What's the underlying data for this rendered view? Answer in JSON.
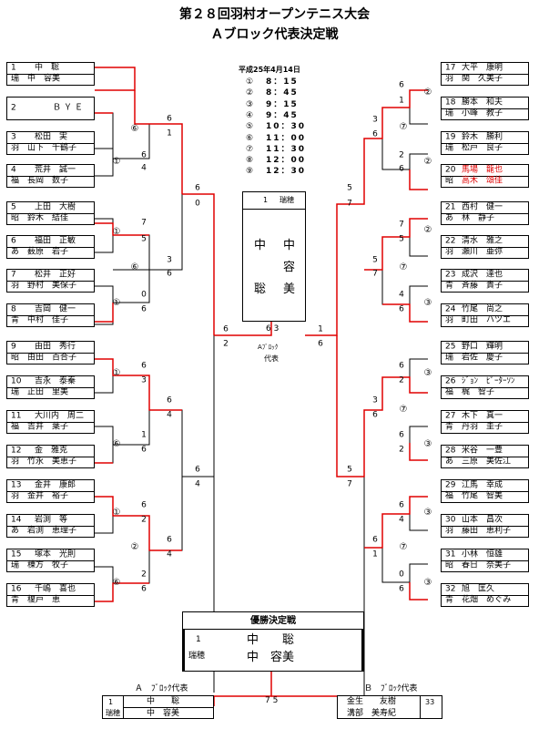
{
  "title": "第２８回羽村オープンテニス大会",
  "subtitle": "Ａブロック代表決定戦",
  "date": "平成25年4月14日",
  "schedule": [
    {
      "mark": "①",
      "time": "8：15"
    },
    {
      "mark": "②",
      "time": "8：45"
    },
    {
      "mark": "③",
      "time": "9：15"
    },
    {
      "mark": "④",
      "time": "9：45"
    },
    {
      "mark": "⑤",
      "time": "10：30"
    },
    {
      "mark": "⑥",
      "time": "11：00"
    },
    {
      "mark": "⑦",
      "time": "11：30"
    },
    {
      "mark": "⑧",
      "time": "12：00"
    },
    {
      "mark": "⑨",
      "time": "12：30"
    }
  ],
  "left_entries": [
    {
      "no": "1",
      "club1": "",
      "p1": "中　聡",
      "club2": "瑞",
      "p2": "中　容美"
    },
    {
      "no": "2",
      "club1": "",
      "p1": "ＢＹＥ",
      "club2": "",
      "p2": ""
    },
    {
      "no": "3",
      "club1": "",
      "p1": "松田　実",
      "club2": "羽",
      "p2": "山下　千鶴子"
    },
    {
      "no": "4",
      "club1": "",
      "p1": "荒井　誠一",
      "club2": "福",
      "p2": "長岡　数子"
    },
    {
      "no": "5",
      "club1": "",
      "p1": "上田　大樹",
      "club2": "昭",
      "p2": "鈴木　結佳"
    },
    {
      "no": "6",
      "club1": "",
      "p1": "福田　正敏",
      "club2": "あ",
      "p2": "薮原　岩子"
    },
    {
      "no": "7",
      "club1": "",
      "p1": "松井　正好",
      "club2": "羽",
      "p2": "野村　美保子"
    },
    {
      "no": "8",
      "club1": "",
      "p1": "吉岡　健一",
      "club2": "青",
      "p2": "中村　佳子"
    },
    {
      "no": "9",
      "club1": "",
      "p1": "由田　秀行",
      "club2": "昭",
      "p2": "由田　百合子"
    },
    {
      "no": "10",
      "club1": "",
      "p1": "吉永　泰秦",
      "club2": "瑞",
      "p2": "正田　里美"
    },
    {
      "no": "11",
      "club1": "",
      "p1": "大川内　周二",
      "club2": "福",
      "p2": "吉井　葉子"
    },
    {
      "no": "12",
      "club1": "",
      "p1": "金　雅克",
      "club2": "羽",
      "p2": "竹永　美恵子"
    },
    {
      "no": "13",
      "club1": "",
      "p1": "金井　康郎",
      "club2": "羽",
      "p2": "金井　裕子"
    },
    {
      "no": "14",
      "club1": "",
      "p1": "岩渕　等",
      "club2": "あ",
      "p2": "岩渕　恵理子"
    },
    {
      "no": "15",
      "club1": "",
      "p1": "塚本　光則",
      "club2": "瑞",
      "p2": "棟方　牧子"
    },
    {
      "no": "16",
      "club1": "",
      "p1": "千嶋　喜也",
      "club2": "青",
      "p2": "榎戸　恵"
    }
  ],
  "right_entries": [
    {
      "no": "17",
      "p1": "大平　康明",
      "club2": "羽",
      "p2": "関　久美子",
      "red": false
    },
    {
      "no": "18",
      "p1": "勝本　和夫",
      "club2": "瑞",
      "p2": "小峰　教子",
      "red": false
    },
    {
      "no": "19",
      "p1": "鈴木　勝利",
      "club2": "瑞",
      "p2": "松戸　良子",
      "red": false
    },
    {
      "no": "20",
      "p1": "馬場　龍也",
      "club2": "昭",
      "p2": "高木　頌佳",
      "red": true
    },
    {
      "no": "21",
      "p1": "西村　健一",
      "club2": "あ",
      "p2": "林　静子",
      "red": false
    },
    {
      "no": "22",
      "p1": "清水　雅之",
      "club2": "羽",
      "p2": "瀬川　亜弥",
      "red": false
    },
    {
      "no": "23",
      "p1": "成沢　達也",
      "club2": "青",
      "p2": "斉藤　貴子",
      "red": false
    },
    {
      "no": "24",
      "p1": "竹尾　尚之",
      "club2": "羽",
      "p2": "町田　ハツエ",
      "red": false
    },
    {
      "no": "25",
      "p1": "野口　輝明",
      "club2": "瑞",
      "p2": "岩佐　慶子",
      "red": false
    },
    {
      "no": "26",
      "p1": "ｼﾞｮﾝ　ﾋﾟｰﾀｰｿﾝ",
      "club2": "福",
      "p2": "梶　智子",
      "red": false
    },
    {
      "no": "27",
      "p1": "木下　真一",
      "club2": "青",
      "p2": "丹羽　圭子",
      "red": false
    },
    {
      "no": "28",
      "p1": "米谷　一豊",
      "club2": "あ",
      "p2": "三原　美佐江",
      "red": false
    },
    {
      "no": "29",
      "p1": "江馬　幸成",
      "club2": "福",
      "p2": "竹尾　智美",
      "red": false
    },
    {
      "no": "30",
      "p1": "山本　昌次",
      "club2": "羽",
      "p2": "藤田　恵利子",
      "red": false
    },
    {
      "no": "31",
      "p1": "小林　恒雄",
      "club2": "昭",
      "p2": "春日　奈美子",
      "red": false
    },
    {
      "no": "32",
      "p1": "旭　匡久",
      "club2": "青",
      "p2": "花畑　めぐみ",
      "red": false
    }
  ],
  "center": {
    "no": "1",
    "club": "瑞穂",
    "p1_a": "中",
    "p1_b": "聡",
    "p2_a": "中",
    "p2_b": "容",
    "p2_c": "美",
    "label": "Aﾌﾞﾛｯｸ",
    "label2": "代表"
  },
  "final": {
    "header": "優勝決定戦",
    "no": "1",
    "club": "瑞穂",
    "p1": "中　　聡",
    "p2": "中　容美"
  },
  "a_rep": {
    "header": "Ａ　ﾌﾞﾛｯｸ代表",
    "no": "1",
    "club": "瑞穂",
    "p1": "中　　聡",
    "p2": "中　容美"
  },
  "b_rep": {
    "header": "Ｂ　ﾌﾞﾛｯｸ代表",
    "no": "33",
    "p1": "金生　　友樹",
    "p2": "溝部　美寿紀"
  },
  "final_score": "7 5",
  "scores": {
    "l_r1": [
      "6",
      "1",
      "6",
      "4",
      "7",
      "5",
      "3",
      "6",
      "0",
      "6",
      "6",
      "3",
      "6",
      "4",
      "1",
      "6",
      "6",
      "2",
      "6",
      "4",
      "2",
      "6"
    ],
    "l_r2": [
      "6",
      "0",
      "6",
      "4"
    ],
    "center_l": [
      "6",
      "2"
    ],
    "center_top": "6 3",
    "center_r": [
      "1",
      "6"
    ],
    "r_r2": [
      "5",
      "7",
      "5",
      "7"
    ],
    "r_scores": [
      "6",
      "1",
      "2",
      "6",
      "3",
      "6",
      "7",
      "5",
      "5",
      "7",
      "4",
      "6",
      "6",
      "2",
      "6",
      "2",
      "3",
      "6",
      "5",
      "7",
      "6",
      "4",
      "6",
      "1",
      "0",
      "6"
    ]
  },
  "circle_marks": {
    "left": [
      "⑥",
      "①",
      "①",
      "⑥",
      "①",
      "①",
      "⑥",
      "①",
      "②",
      "⑥",
      "②"
    ],
    "right": [
      "②",
      "⑦",
      "②",
      "②",
      "⑦",
      "③",
      "③",
      "⑦",
      "③",
      "③",
      "⑦",
      "③"
    ]
  }
}
